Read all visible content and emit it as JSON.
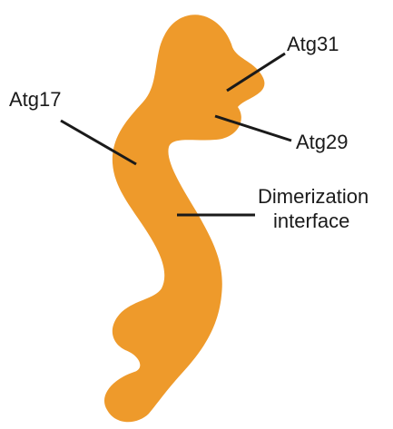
{
  "colors": {
    "shape_fill": "#EE9A2B",
    "text": "#1a1a1a",
    "leader_lines": "#1a1a1a",
    "background": "#ffffff"
  },
  "labels": {
    "atg17": "Atg17",
    "atg31": "Atg31",
    "atg29": "Atg29",
    "dimerization_line1": "Dimerization",
    "dimerization_line2": "interface"
  }
}
